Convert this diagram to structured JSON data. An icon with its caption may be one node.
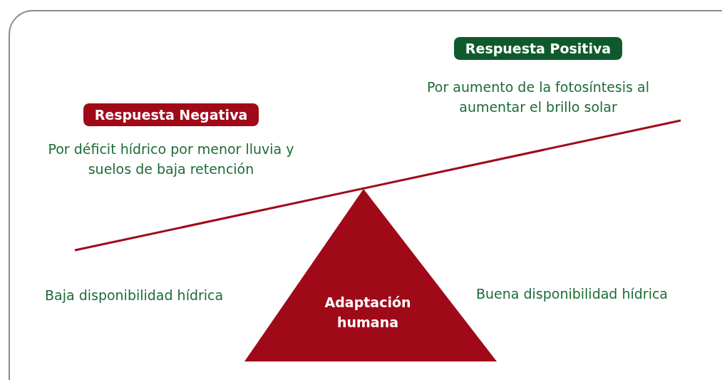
{
  "diagram": {
    "nodes": [
      {
        "text": [
          "Respuesta Negativa"
        ],
        "beside": [
          "Por déficit hídrico por menor lluvia y suelos de baja retención"
        ]
      },
      {
        "text": [
          "Respuesta Positiva"
        ],
        "beside": [
          "Por aumento de la fotosíntesis al aumentar el brillo solar"
        ]
      },
      {
        "text": [
          "Adaptación humana"
        ]
      }
    ],
    "edges": [],
    "labels": [
      "Baja disponibilidad hídrica",
      "Buena disponibilidad hídrica"
    ]
  }
}
